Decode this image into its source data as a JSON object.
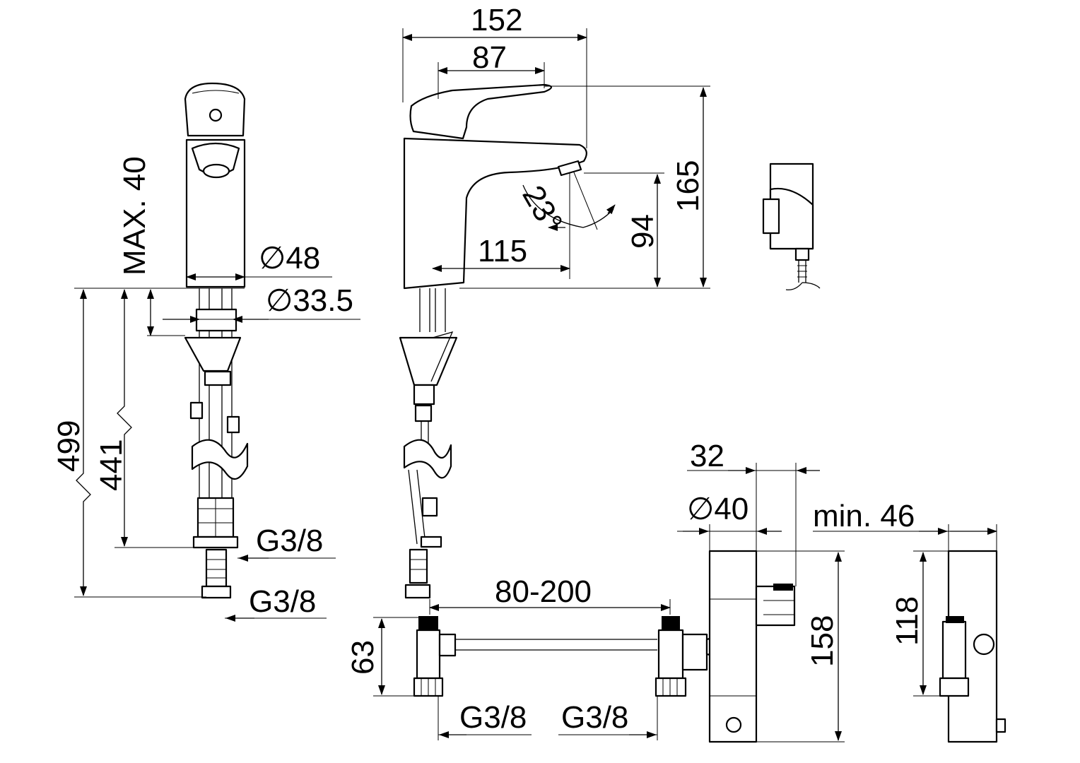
{
  "labels": {
    "w152": "152",
    "w87": "87",
    "max40": "MAX. 40",
    "d48": "∅48",
    "d33": "∅33.5",
    "h165": "165",
    "h94": "94",
    "w115": "115",
    "a23": "23°",
    "h499": "499",
    "h441": "441",
    "g38a": "G3/8",
    "g38b": "G3/8",
    "w80200": "80-200",
    "h63": "63",
    "g38c": "G3/8",
    "g38d": "G3/8",
    "w32": "32",
    "d40": "∅40",
    "h158": "158",
    "min46": "min.  46",
    "h118": "118"
  }
}
